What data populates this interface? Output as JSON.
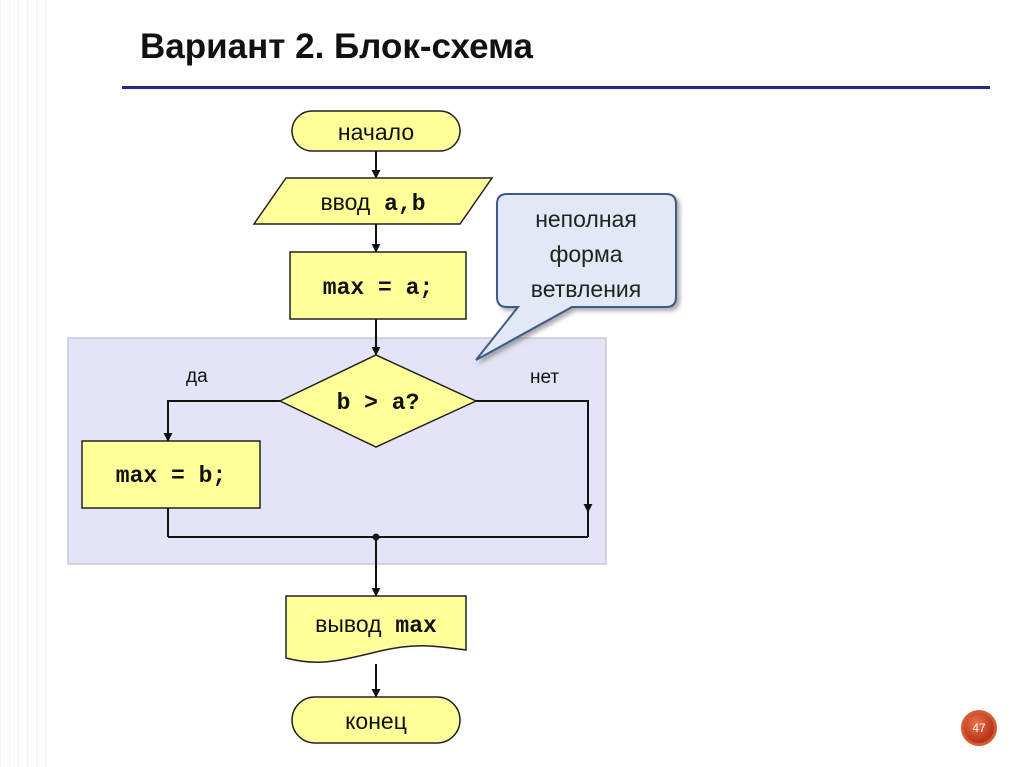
{
  "slide": {
    "title": "Вариант 2. Блок-схема",
    "page_number": "47"
  },
  "flowchart": {
    "start": "начало",
    "input_word": "ввод",
    "input_vars": "a,b",
    "assign1": "max = a;",
    "condition": "b > a?",
    "yes_label": "да",
    "no_label": "нет",
    "assign2": "max = b;",
    "output_word": "вывод",
    "output_var": "max",
    "end": "конец"
  },
  "callout": {
    "line1": "неполная",
    "line2": "форма",
    "line3": "ветвления"
  },
  "colors": {
    "block_fill": "#ffff99",
    "highlight_fill": "#e4e4f8",
    "title_rule": "#1f2a8a"
  }
}
